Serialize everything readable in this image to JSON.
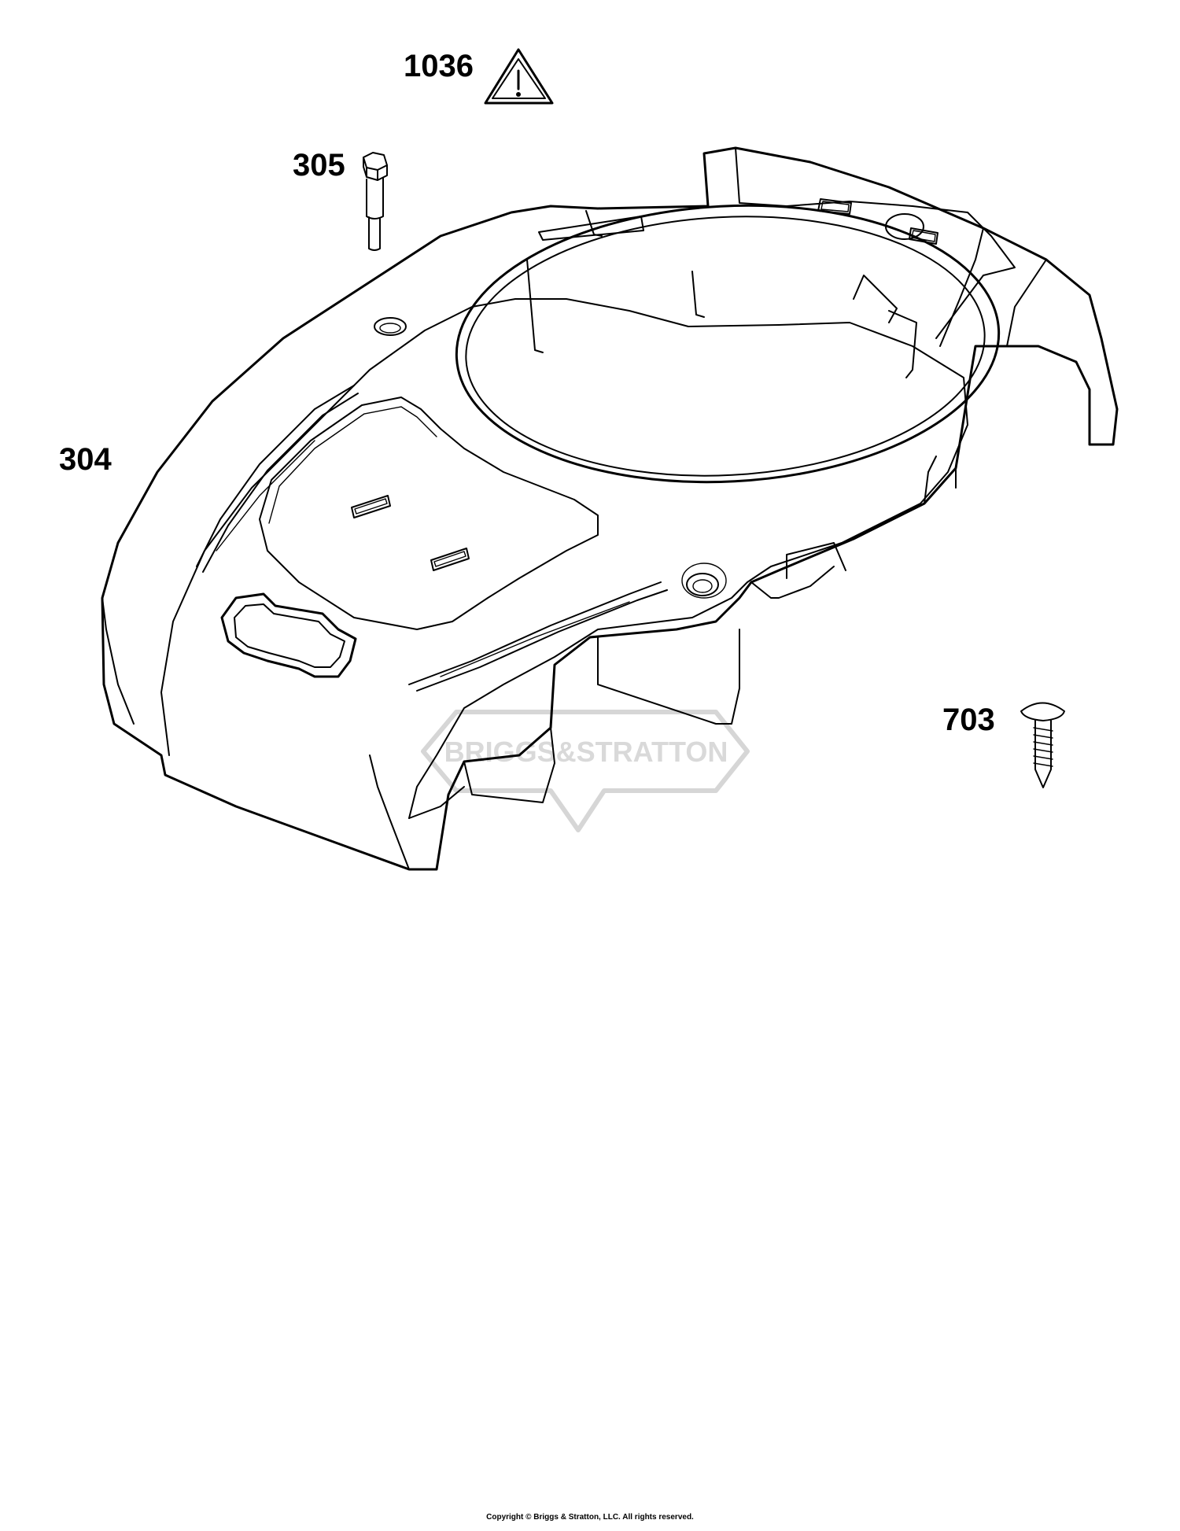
{
  "callouts": {
    "warning_label": "1036",
    "bolt": "305",
    "blower_housing": "304",
    "screw": "703"
  },
  "watermark": {
    "text": "BRIGGS&STRATTON",
    "color": "#d9d9d9"
  },
  "footer": {
    "copyright": "Copyright © Briggs & Stratton, LLC. All rights reserved."
  },
  "icons": [
    "warning-triangle-icon"
  ],
  "colors": {
    "ink": "#000000",
    "background": "#ffffff",
    "watermark": "#d9d9d9"
  }
}
